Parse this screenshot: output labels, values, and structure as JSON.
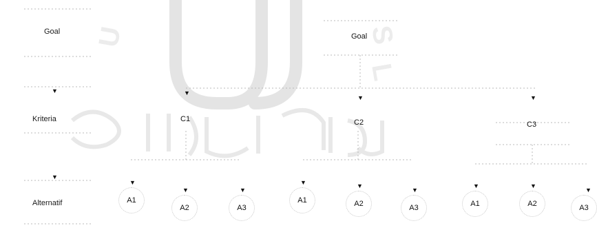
{
  "levels": {
    "goal": "Goal",
    "criteria": "Kriteria",
    "alternatives": "Alternatif"
  },
  "goal_node": "Goal",
  "criteria_nodes": [
    {
      "label": "C1"
    },
    {
      "label": "C2"
    },
    {
      "label": "C3"
    }
  ],
  "alternative_nodes": [
    {
      "label": "A1",
      "parent": "C1"
    },
    {
      "label": "A2",
      "parent": "C1"
    },
    {
      "label": "A3",
      "parent": "C1"
    },
    {
      "label": "A1",
      "parent": "C2"
    },
    {
      "label": "A2",
      "parent": "C2"
    },
    {
      "label": "A3",
      "parent": "C2"
    },
    {
      "label": "A1",
      "parent": "C3"
    },
    {
      "label": "A2",
      "parent": "C3"
    },
    {
      "label": "A3",
      "parent": "C3"
    }
  ],
  "colors": {
    "watermark": "#e6e6e6",
    "dotted_line": "#b5b5b5",
    "text": "#1a1a1a"
  }
}
